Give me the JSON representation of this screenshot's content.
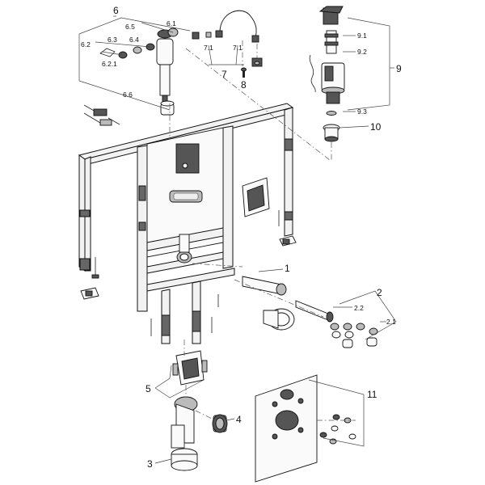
{
  "callouts": {
    "c1": "1",
    "c2": "2",
    "c2_1": "2.1",
    "c2_2": "2.2",
    "c3": "3",
    "c4": "4",
    "c5": "5",
    "c6": "6",
    "c6_1": "6.1",
    "c6_2": "6.2",
    "c6_2_1": "6.2.1",
    "c6_3": "6.3",
    "c6_4": "6.4",
    "c6_5": "6.5",
    "c6_6": "6.6",
    "c7": "7",
    "c7_1a": "7.1",
    "c7_1b": "7.1",
    "c8": "8",
    "c9": "9",
    "c9_1": "9.1",
    "c9_2": "9.2",
    "c9_3": "9.3",
    "c10": "10",
    "c11": "11"
  }
}
